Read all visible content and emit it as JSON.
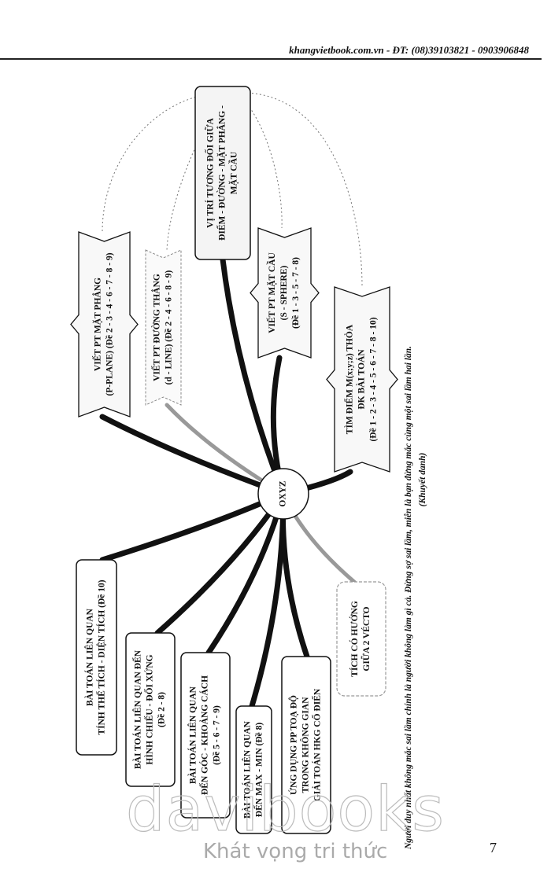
{
  "header": {
    "text": "khangvietbook.com.vn - ĐT: (08)39103821 - 0903906848"
  },
  "center": {
    "label": "OXYZ"
  },
  "nodes": [
    {
      "id": "vi-tri",
      "lines": [
        "VỊ TRÍ TƯƠNG ĐỐI GIỮA",
        "ĐIỂM - ĐƯỜNG - MẶT PHẲNG -",
        "MẶT CẦU"
      ]
    },
    {
      "id": "mat-phang",
      "lines": [
        "VIẾT PT MẶT PHẲNG",
        "(P-PLANE) (Đề 2 - 3 - 4 - 6 - 7 - 8 - 9)"
      ]
    },
    {
      "id": "duong-thang",
      "lines": [
        "VIẾT PT ĐƯỜNG THẲNG",
        "(d - LINE) (Đề 2 - 4 - 6 - 8 - 9)"
      ]
    },
    {
      "id": "mat-cau",
      "lines": [
        "VIẾT PT MẶT CẦU",
        "(S - SPHERE)",
        "(Đề 1 - 3 - 5 - 7 - 8)"
      ]
    },
    {
      "id": "tim-diem",
      "lines": [
        "TÌM ĐIỂM M(x;y;z) THỎA",
        "ĐK BÀI TOÁN",
        "(Đề 1 - 2 - 3 - 4 - 5 - 6 - 7 - 8 - 10)"
      ]
    },
    {
      "id": "the-tich",
      "lines": [
        "BÀI TOÁN LIÊN QUAN",
        "TÍNH THỂ TÍCH - DIỆN TÍCH (Đề 10)"
      ]
    },
    {
      "id": "hinh-chieu",
      "lines": [
        "BÀI TOÁN LIÊN QUAN ĐẾN",
        "HÌNH CHIẾU - ĐỐI XỨNG",
        "(Đề 2 - 8)"
      ]
    },
    {
      "id": "goc",
      "lines": [
        "BÀI TOÁN LIÊN QUAN",
        "ĐẾN GÓC - KHOẢNG CÁCH",
        "(Đề 5 - 6 - 7 - 9)"
      ]
    },
    {
      "id": "max-min",
      "lines": [
        "BÀI TOÁN LIÊN QUAN",
        "ĐẾN MAX - MIN (Đề 8)"
      ]
    },
    {
      "id": "ung-dung",
      "lines": [
        "ỨNG DỤNG PP TOẠ ĐỘ",
        "TRONG KHÔNG GIAN",
        "GIẢI TOÁN HKG CỔ ĐIỂN"
      ]
    },
    {
      "id": "tich-co-huong",
      "lines": [
        "TÍCH CÓ HƯỚNG",
        "GIỮA 2 VÉCTO"
      ]
    }
  ],
  "quote": {
    "line1": "Người duy nhất không mắc sai lầm chính là người không làm gì cả. Đừng sợ sai lầm, miễn là bạn đừng mắc cùng một sai lầm hai lần.",
    "line2": "(Khuyết danh)"
  },
  "watermark": {
    "brand": "davibooks",
    "slogan": "Khát vọng tri thức"
  },
  "page_number": "7"
}
